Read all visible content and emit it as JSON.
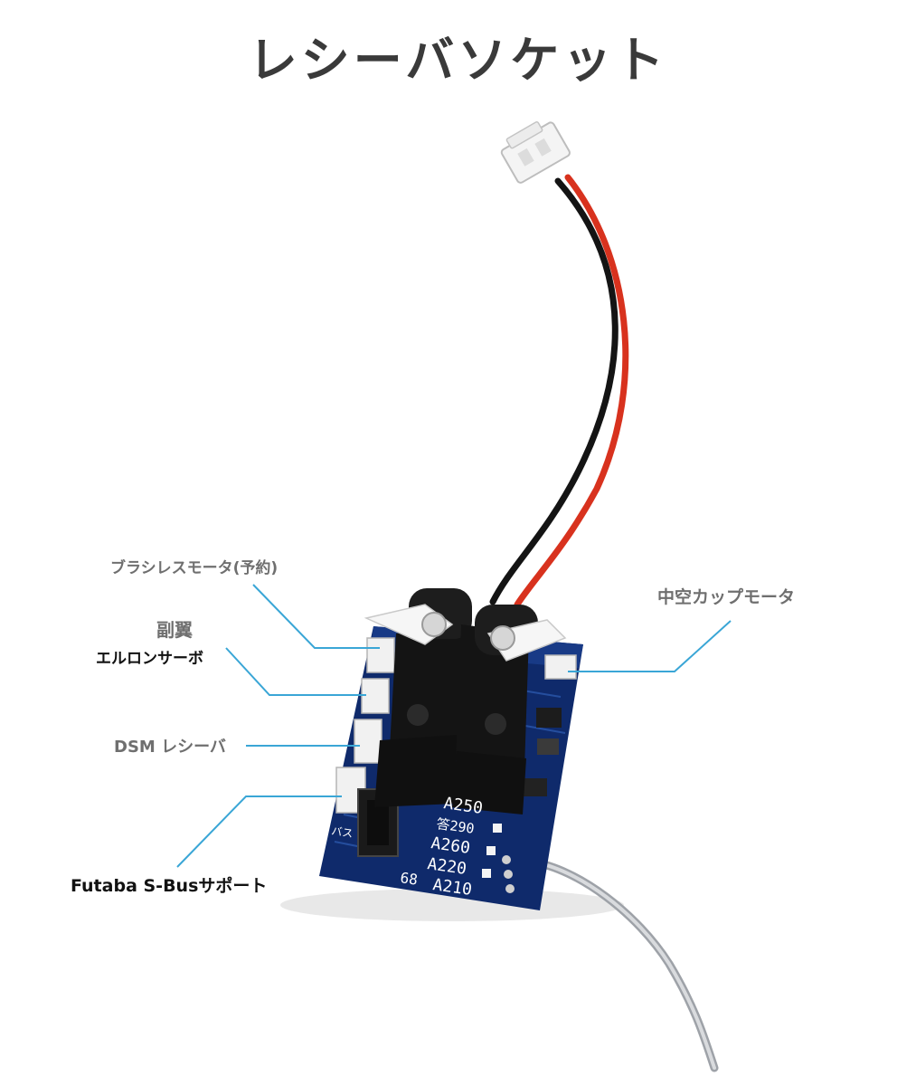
{
  "title": "レシーバソケット",
  "labels": {
    "brushless": "ブラシレスモータ(予約)",
    "sub_wing": "副翼",
    "aileron": "エルロンサーボ",
    "dsm": "DSM レシーバ",
    "futaba": "Futaba S-Busサポート",
    "coreless": "中空カップモータ"
  },
  "board_print": {
    "a250": "A250",
    "a290": "答290",
    "a260": "A260",
    "a220": "A220",
    "a210": "A210",
    "n68": "68",
    "bus": "バス"
  },
  "colors": {
    "pcb": "#0f2a6b",
    "leader_line": "#3aa6d6",
    "wire_red": "#d8321e",
    "wire_black": "#141414",
    "antenna": "#b9bcc2"
  }
}
